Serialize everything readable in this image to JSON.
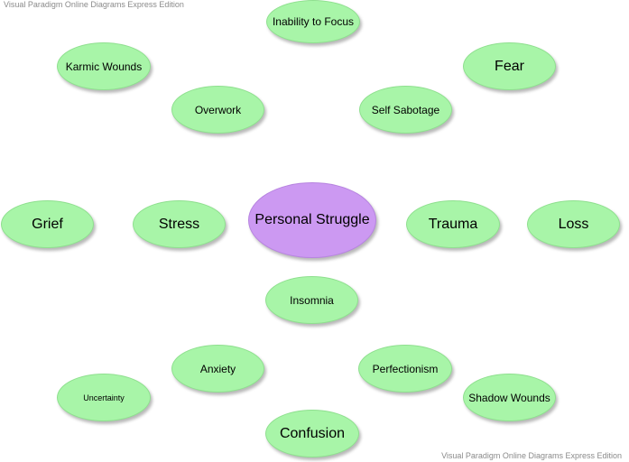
{
  "watermark": {
    "top": "Visual Paradigm Online Diagrams Express Edition",
    "bottom": "Visual Paradigm Online Diagrams Express Edition"
  },
  "colors": {
    "leaf_fill": "#a8f5a8",
    "center_fill": "#cc99f2"
  },
  "diagram": {
    "center": "Personal Struggle",
    "nodes": {
      "inability_to_focus": "Inability to Focus",
      "karmic_wounds": "Karmic Wounds",
      "fear": "Fear",
      "overwork": "Overwork",
      "self_sabotage": "Self Sabotage",
      "grief": "Grief",
      "stress": "Stress",
      "trauma": "Trauma",
      "loss": "Loss",
      "insomnia": "Insomnia",
      "anxiety": "Anxiety",
      "perfectionism": "Perfectionism",
      "uncertainty": "Uncertainty",
      "shadow_wounds": "Shadow Wounds",
      "confusion": "Confusion"
    }
  }
}
